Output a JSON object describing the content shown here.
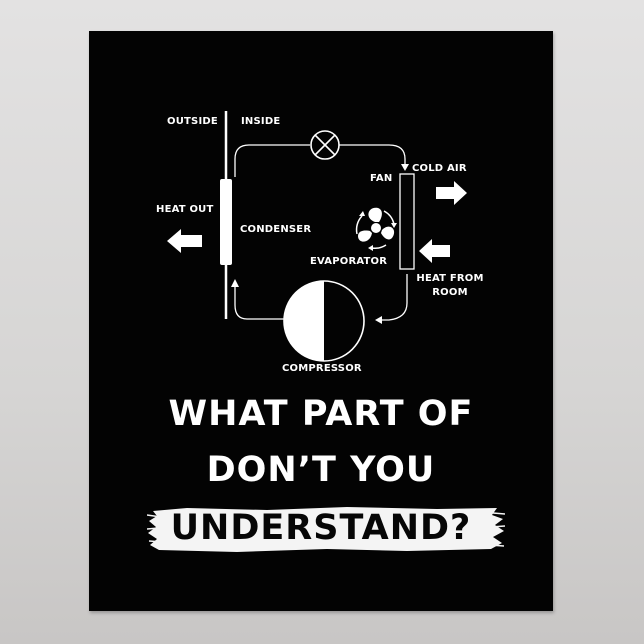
{
  "poster": {
    "background_color": "#030303",
    "foreground_color": "#ffffff",
    "diagram": {
      "labels": {
        "outside": "OUTSIDE",
        "inside": "INSIDE",
        "heat_out": "HEAT OUT",
        "condenser": "CONDENSER",
        "fan": "FAN",
        "cold_air": "COLD AIR",
        "evaporator": "EVAPORATOR",
        "heat_from_room_line1": "HEAT FROM",
        "heat_from_room_line2": "ROOM",
        "compressor": "COMPRESSOR"
      },
      "components": [
        "expansion-valve",
        "condenser",
        "evaporator",
        "fan",
        "compressor"
      ]
    },
    "headline": {
      "line1": "WHAT PART OF",
      "line2": "DON’T YOU",
      "line3": "UNDERSTAND?"
    }
  }
}
